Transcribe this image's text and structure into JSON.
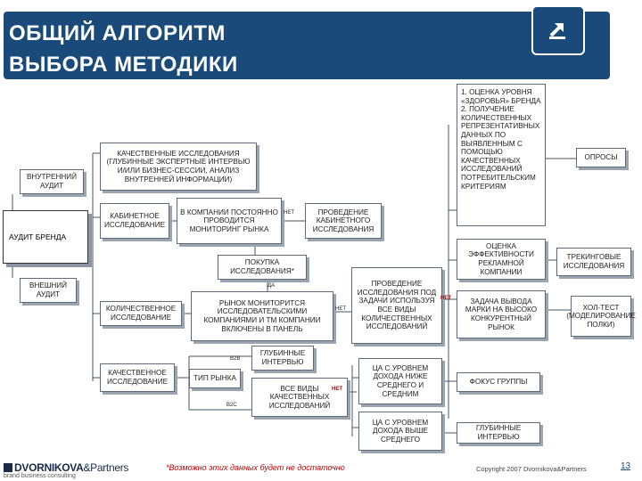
{
  "header": {
    "title_line1": "ОБЩИЙ АЛГОРИТМ",
    "title_line2": "ВЫБОРА МЕТОДИКИ"
  },
  "diagram": {
    "audit_brand": "АУДИТ БРЕНДА",
    "internal_audit": "ВНУТРЕННИЙ АУДИТ",
    "external_audit": "ВНЕШНИЙ АУДИТ",
    "qual_research_top": "КАЧЕСТВЕННЫЕ ИССЛЕДОВАНИЯ (ГЛУБИННЫЕ ЭКСПЕРТНЫЕ ИНТЕРВЬЮ И/ИЛИ БИЗНЕС-СЕССИИ, АНАЛИЗ ВНУТРЕННЕЙ ИНФОРМАЦИИ)",
    "desk_research": "КАБИНЕТНОЕ ИССЛЕДОВАНИЕ",
    "company_monitoring": "В КОМПАНИИ ПОСТОЯННО ПРОВОДИТСЯ МОНИТОРИНГ РЫНКА",
    "conduct_desk": "ПРОВЕДЕНИЕ КАБИНЕТНОГО ИССЛЕДОВАНИЯ",
    "buy_research": "ПОКУПКА ИССЛЕДОВАНИЯ*",
    "market_monitored": "РЫНОК МОНИТОРИТСЯ ИССЛЕДОВАТЕЛЬСКИМИ КОМПАНИЯМИ И ТМ КОМПАНИИ ВКЛЮЧЕНЫ В ПАНЕЛЬ",
    "quant_research": "КОЛИЧЕСТВЕННОЕ ИССЛЕДОВАНИЕ",
    "conduct_quant": "ПРОВЕДЕНИЕ ИССЛЕДОВАНИЯ ПОД ЗАДАЧИ ИСПОЛЬЗУЯ ВСЕ ВИДЫ КОЛИЧЕСТВЕННЫХ ИССЛЕДОВАНИЙ",
    "health_block": "1. ОЦЕНКА УРОВНЯ «ЗДОРОВЬЯ» БРЕНДА 2. ПОЛУЧЕНИЕ КОЛИЧЕСТВЕННЫХ РЕПРЕЗЕНТАТИВНЫХ ДАННЫХ ПО ВЫЯВЛЕННЫМ С ПОМОЩЬЮ КАЧЕСТВЕННЫХ ИССЛЕДОВАНИЙ ПОТРЕБИТЕЛЬСКИМ КРИТЕРИЯМ",
    "surveys": "ОПРОСЫ",
    "ad_efficiency": "ОЦЕНКА ЭФФЕКТИВНОСТИ РЕКЛАМНОЙ КОМПАНИИ",
    "tracking": "ТРЕКИНГОВЫЕ ИССЛЕДОВАНИЯ",
    "launch_task": "ЗАДАЧА ВЫВОДА МАРКИ НА ВЫСОКО КОНКУРЕНТНЫЙ РЫНОК",
    "hall_test": "ХОЛ-ТЕСТ (МОДЕЛИРОВАНИЕ ПОЛКИ)",
    "qual_research": "КАЧЕСТВЕННОЕ ИССЛЕДОВАНИЕ",
    "market_type": "ТИП РЫНКА",
    "depth_interview_mid": "ГЛУБИННЫЕ ИНТЕРВЬЮ",
    "all_qual": "ВСЕ ВИДЫ КАЧЕСТВЕННЫХ ИССЛЕДОВАНИЙ",
    "ta_low": "ЦА С УРОВНЕМ ДОХОДА НИЖЕ СРЕДНЕГО И СРЕДНИМ",
    "focus_groups": "ФОКУС ГРУППЫ",
    "ta_high": "ЦА С УРОВНЕМ ДОХОДА ВЫШЕ СРЕДНЕГО",
    "depth_interview_right": "ГЛУБИННЫЕ ИНТЕРВЬЮ",
    "lbl_no": "НЕТ",
    "lbl_yes": "ДА",
    "lbl_no_red": "НЕТ",
    "lbl_no2": "НЕТ",
    "lbl_b2b": "B2B",
    "lbl_b2c": "B2C",
    "lbl_no_red2": "НЕТ"
  },
  "footer": {
    "brand_main": "DVORNIKOVA",
    "brand_amp": "&Partners",
    "brand_sub": "brand business consulting",
    "note": "*Возможно этих данных будет не достаточно",
    "copyright": "Copyright 2007 Dvornikova&Partners",
    "page": "13"
  },
  "colors": {
    "accent": "#1a4a7a",
    "red_label": "#c00000"
  }
}
